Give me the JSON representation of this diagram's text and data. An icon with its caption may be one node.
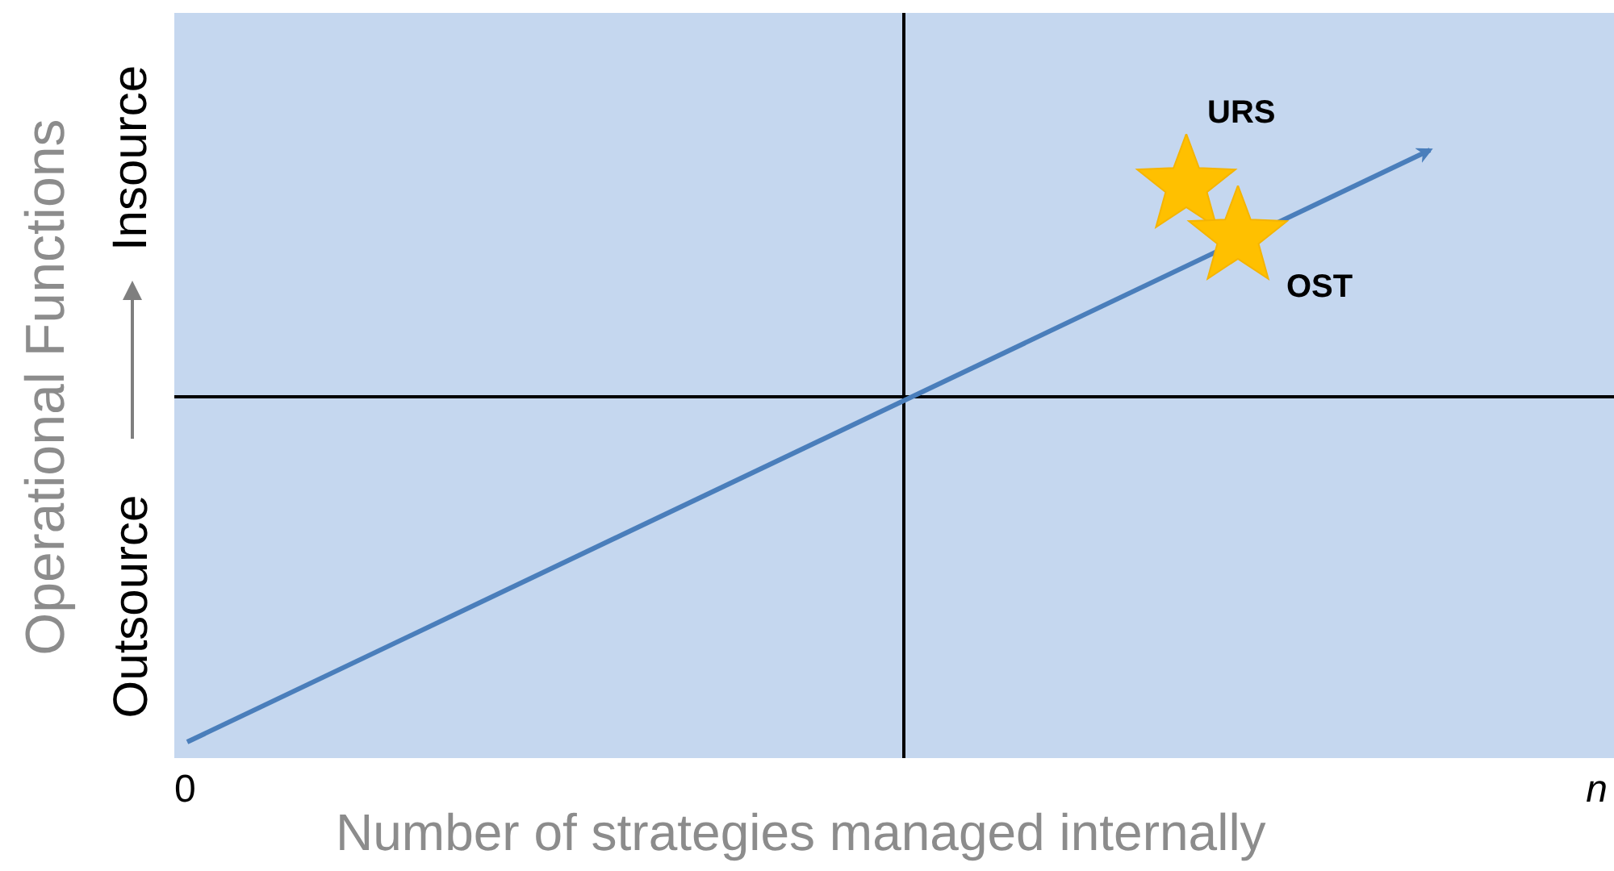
{
  "diagram": {
    "nodes": [
      {
        "text": [],
        "shape": "star",
        "beside": [
          "URS"
        ]
      },
      {
        "text": [],
        "shape": "star",
        "beside": [
          "OST"
        ]
      }
    ],
    "labels": [
      "Operational Functions",
      "Insource",
      "Outsource",
      "0",
      "n",
      "Number of strategies managed internally"
    ]
  }
}
